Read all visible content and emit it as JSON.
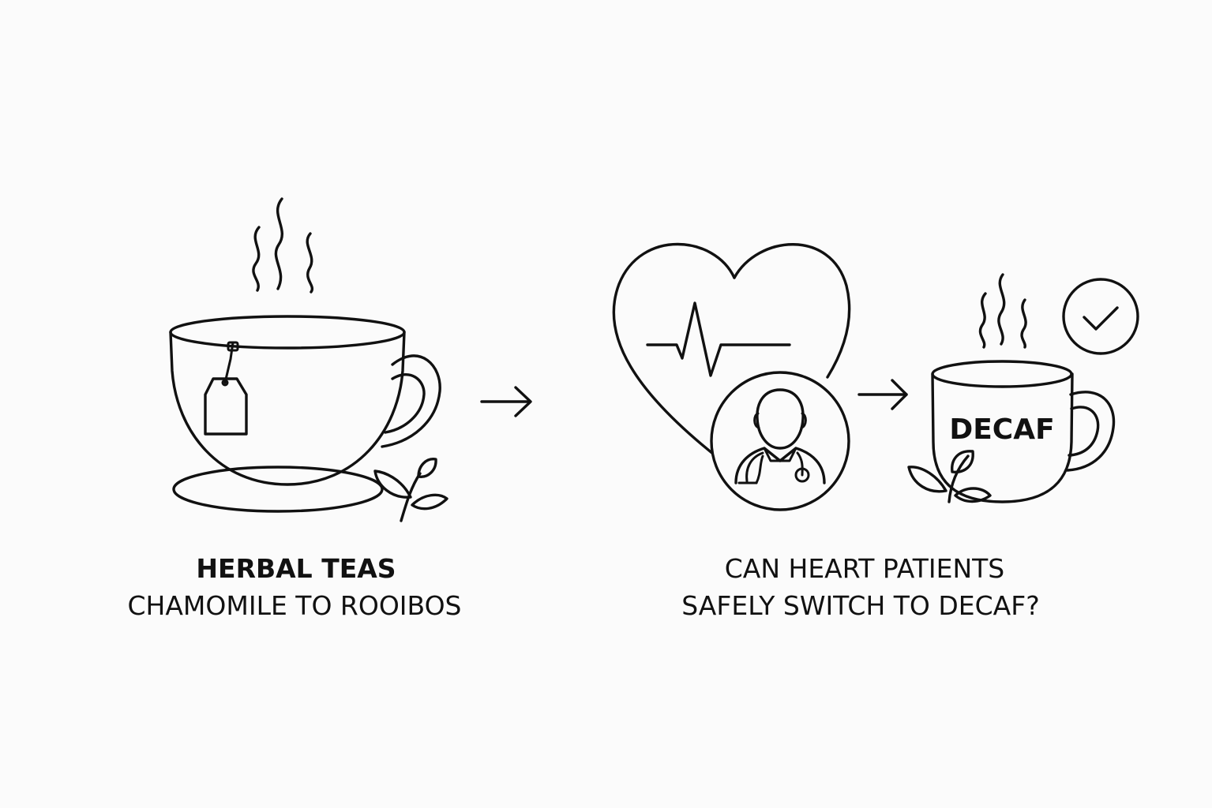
{
  "left_panel": {
    "title": "HERBAL TEAS",
    "subtitle": "CHAMOMILE TO ROOIBOS",
    "icons": [
      "steam-icon",
      "teacup-icon",
      "tea-bag-icon",
      "saucer-icon",
      "leaf-sprig-icon"
    ]
  },
  "right_panel": {
    "title_line1": "CAN HEART PATIENTS",
    "title_line2": "SAFELY SWITCH TO DECAF?",
    "mug_label": "DECAF",
    "icons": [
      "heart-icon",
      "heartbeat-line-icon",
      "doctor-icon",
      "stethoscope-icon",
      "decaf-mug-icon",
      "checkmark-icon",
      "leaf-sprig-icon"
    ]
  },
  "connectors": [
    "arrow-right-icon",
    "arrow-right-icon"
  ],
  "colors": {
    "line": "#111111",
    "background": "#fbfbfb"
  }
}
